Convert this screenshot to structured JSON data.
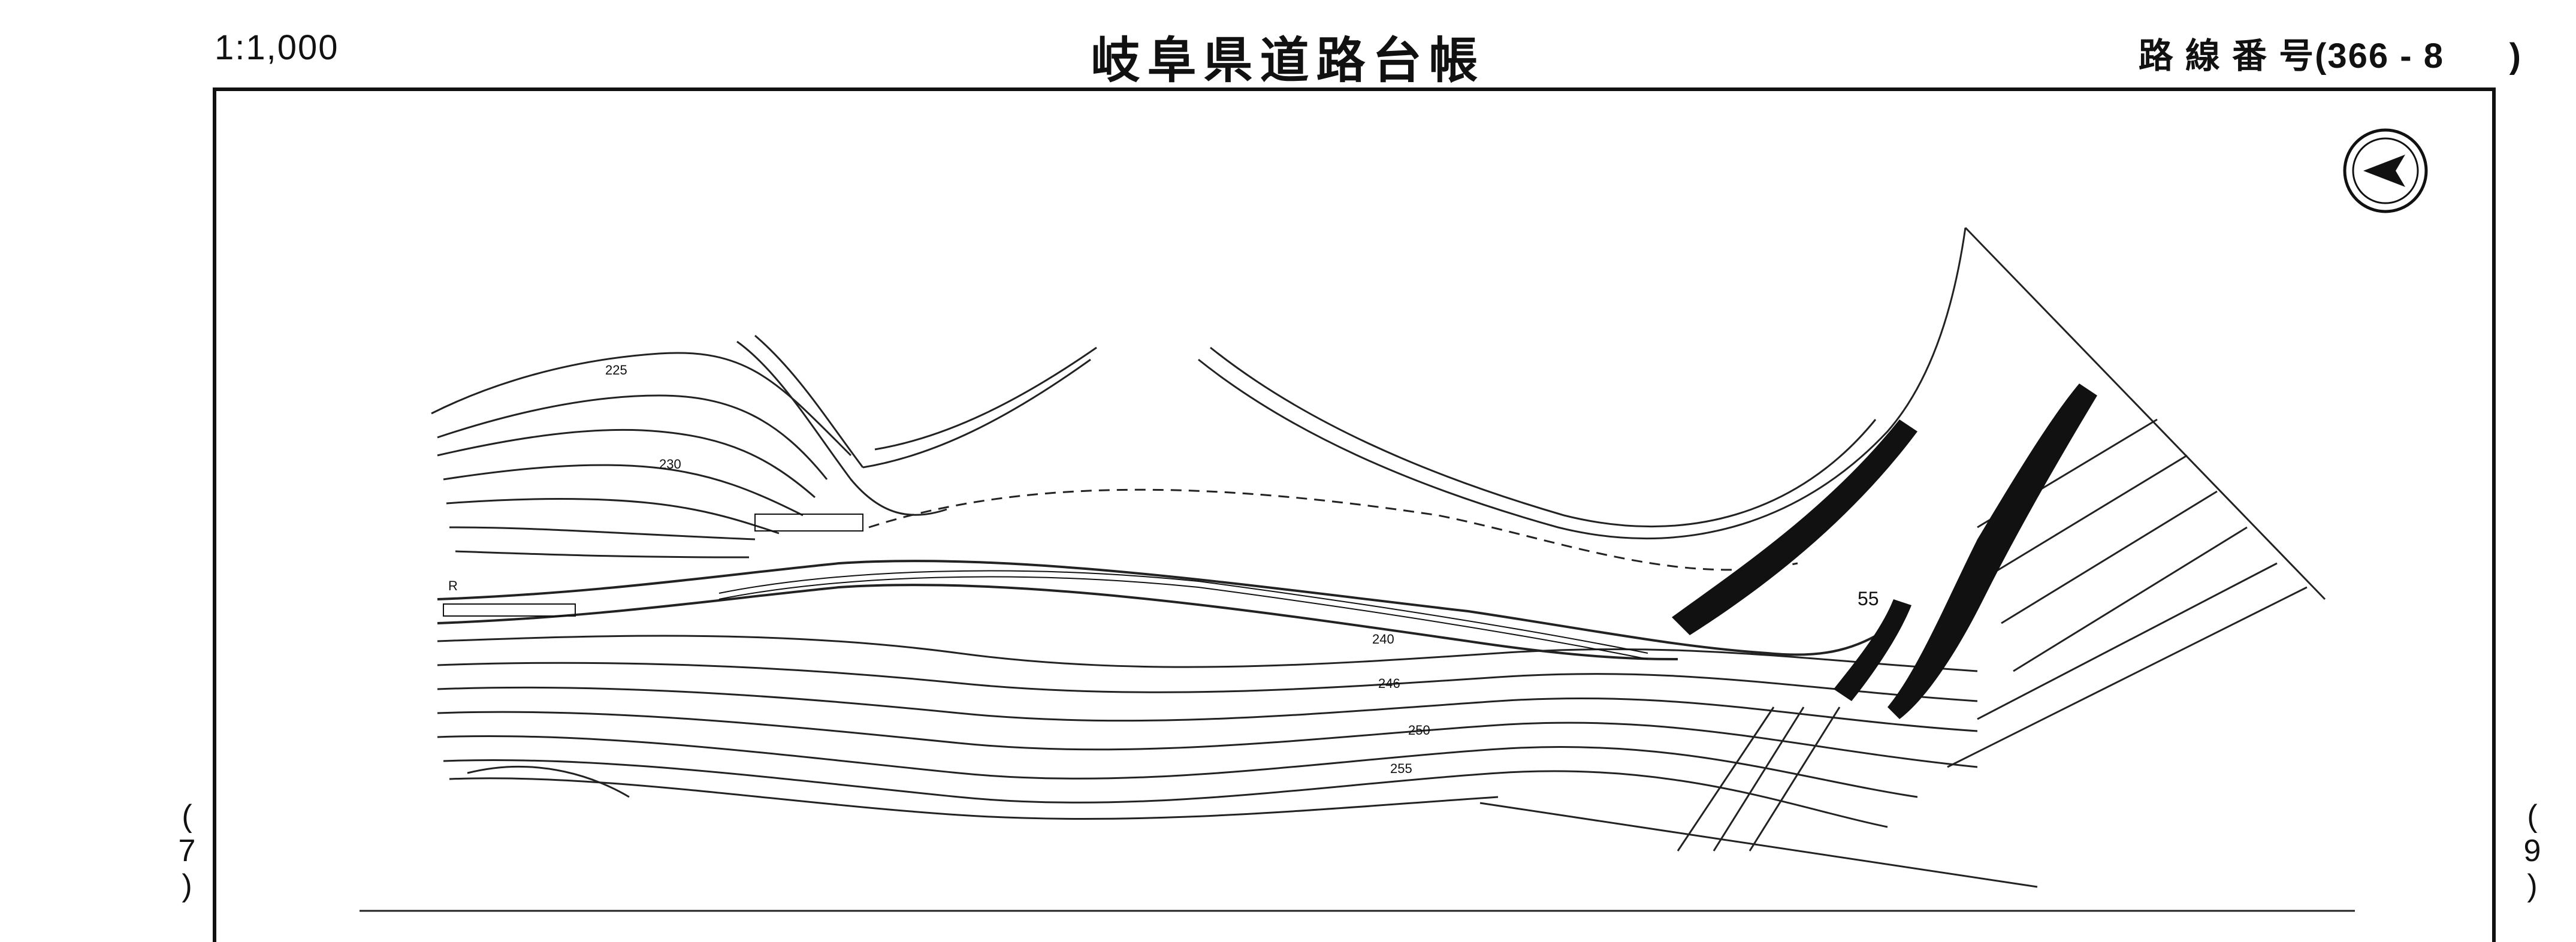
{
  "header": {
    "scale": "1:1,000",
    "title": "岐阜県道路台帳",
    "route": "路 線 番 号(366 - 8      )"
  },
  "margin": {
    "left_page": [
      "(",
      "7",
      ")"
    ],
    "left_page_bottom": "-",
    "right_page": [
      "(",
      "9",
      ")"
    ],
    "right_page_bottom": "-"
  },
  "map": {
    "contour_labels": [
      "225",
      "230",
      "240",
      "246",
      "250",
      "255"
    ],
    "road_label": "R",
    "speed_marks": [
      "55"
    ],
    "north_arrow": "compass-arrow-icon"
  }
}
